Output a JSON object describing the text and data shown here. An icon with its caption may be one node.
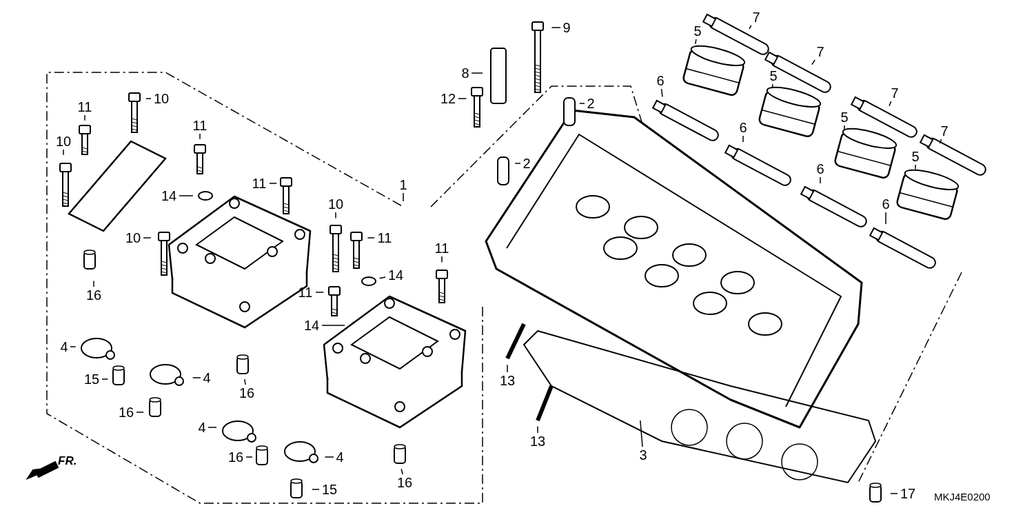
{
  "diagram": {
    "nodes": [
      {
        "text": [
          "9"
        ]
      },
      {
        "text": [
          "8"
        ]
      },
      {
        "text": [
          "12"
        ]
      },
      {
        "text": [
          "2"
        ]
      },
      {
        "text": [
          "2"
        ]
      },
      {
        "text": [
          "7"
        ]
      },
      {
        "text": [
          "5"
        ]
      },
      {
        "text": [
          "7"
        ]
      },
      {
        "text": [
          "5"
        ]
      },
      {
        "text": [
          "6"
        ]
      },
      {
        "text": [
          "7"
        ]
      },
      {
        "text": [
          "5"
        ]
      },
      {
        "text": [
          "6"
        ]
      },
      {
        "text": [
          "7"
        ]
      },
      {
        "text": [
          "5"
        ]
      },
      {
        "text": [
          "6"
        ]
      },
      {
        "text": [
          "6"
        ]
      },
      {
        "text": [
          "1"
        ]
      },
      {
        "text": [
          "10"
        ]
      },
      {
        "text": [
          "11"
        ]
      },
      {
        "text": [
          "10"
        ]
      },
      {
        "text": [
          "11"
        ]
      },
      {
        "text": [
          "14"
        ]
      },
      {
        "text": [
          "11"
        ]
      },
      {
        "text": [
          "10"
        ]
      },
      {
        "text": [
          "16"
        ]
      },
      {
        "text": [
          "10"
        ]
      },
      {
        "text": [
          "11"
        ]
      },
      {
        "text": [
          "11"
        ]
      },
      {
        "text": [
          "14"
        ]
      },
      {
        "text": [
          "11"
        ]
      },
      {
        "text": [
          "14"
        ]
      },
      {
        "text": [
          "4"
        ]
      },
      {
        "text": [
          "15"
        ]
      },
      {
        "text": [
          "4"
        ]
      },
      {
        "text": [
          "16"
        ]
      },
      {
        "text": [
          "16"
        ]
      },
      {
        "text": [
          "4"
        ]
      },
      {
        "text": [
          "16"
        ]
      },
      {
        "text": [
          "4"
        ]
      },
      {
        "text": [
          "15"
        ]
      },
      {
        "text": [
          "16"
        ]
      },
      {
        "text": [
          "13"
        ]
      },
      {
        "text": [
          "13"
        ]
      },
      {
        "text": [
          "3"
        ]
      },
      {
        "text": [
          "17"
        ]
      }
    ],
    "edges": [
      {
        "from": 0,
        "to": null,
        "arrow": "none"
      },
      {
        "from": 1,
        "to": null,
        "arrow": "none"
      },
      {
        "from": 2,
        "to": null,
        "arrow": "none"
      },
      {
        "from": 3,
        "to": null,
        "arrow": "none"
      },
      {
        "from": 4,
        "to": null,
        "arrow": "none"
      },
      {
        "from": 5,
        "to": null,
        "arrow": "none"
      },
      {
        "from": 6,
        "to": null,
        "arrow": "none"
      },
      {
        "from": 7,
        "to": null,
        "arrow": "none"
      },
      {
        "from": 8,
        "to": null,
        "arrow": "none"
      },
      {
        "from": 9,
        "to": null,
        "arrow": "none"
      },
      {
        "from": 10,
        "to": null,
        "arrow": "none"
      },
      {
        "from": 11,
        "to": null,
        "arrow": "none"
      },
      {
        "from": 12,
        "to": null,
        "arrow": "none"
      },
      {
        "from": 13,
        "to": null,
        "arrow": "none"
      },
      {
        "from": 14,
        "to": null,
        "arrow": "none"
      },
      {
        "from": 15,
        "to": null,
        "arrow": "none"
      },
      {
        "from": 16,
        "to": null,
        "arrow": "none"
      },
      {
        "from": 17,
        "to": null,
        "arrow": "none"
      },
      {
        "from": 18,
        "to": null,
        "arrow": "none"
      },
      {
        "from": 19,
        "to": null,
        "arrow": "none"
      },
      {
        "from": 20,
        "to": null,
        "arrow": "none"
      },
      {
        "from": 21,
        "to": null,
        "arrow": "none"
      },
      {
        "from": 22,
        "to": null,
        "arrow": "none"
      },
      {
        "from": 23,
        "to": null,
        "arrow": "none"
      },
      {
        "from": 24,
        "to": null,
        "arrow": "none"
      },
      {
        "from": 25,
        "to": null,
        "arrow": "none"
      },
      {
        "from": 26,
        "to": null,
        "arrow": "none"
      },
      {
        "from": 27,
        "to": null,
        "arrow": "none"
      },
      {
        "from": 28,
        "to": null,
        "arrow": "none"
      },
      {
        "from": 29,
        "to": null,
        "arrow": "none"
      },
      {
        "from": 30,
        "to": null,
        "arrow": "none"
      },
      {
        "from": 31,
        "to": null,
        "arrow": "none"
      },
      {
        "from": 32,
        "to": null,
        "arrow": "none"
      },
      {
        "from": 33,
        "to": null,
        "arrow": "none"
      },
      {
        "from": 34,
        "to": null,
        "arrow": "none"
      },
      {
        "from": 35,
        "to": null,
        "arrow": "none"
      },
      {
        "from": 36,
        "to": null,
        "arrow": "none"
      },
      {
        "from": 37,
        "to": null,
        "arrow": "none"
      },
      {
        "from": 38,
        "to": null,
        "arrow": "none"
      },
      {
        "from": 39,
        "to": null,
        "arrow": "none"
      },
      {
        "from": 40,
        "to": null,
        "arrow": "none"
      },
      {
        "from": 41,
        "to": null,
        "arrow": "none"
      },
      {
        "from": 42,
        "to": null,
        "arrow": "none"
      },
      {
        "from": 43,
        "to": null,
        "arrow": "none"
      },
      {
        "from": 44,
        "to": null,
        "arrow": "none"
      },
      {
        "from": 45,
        "to": null,
        "arrow": "none"
      }
    ],
    "labels": [
      "FR.",
      "MKJ4E0200"
    ]
  }
}
